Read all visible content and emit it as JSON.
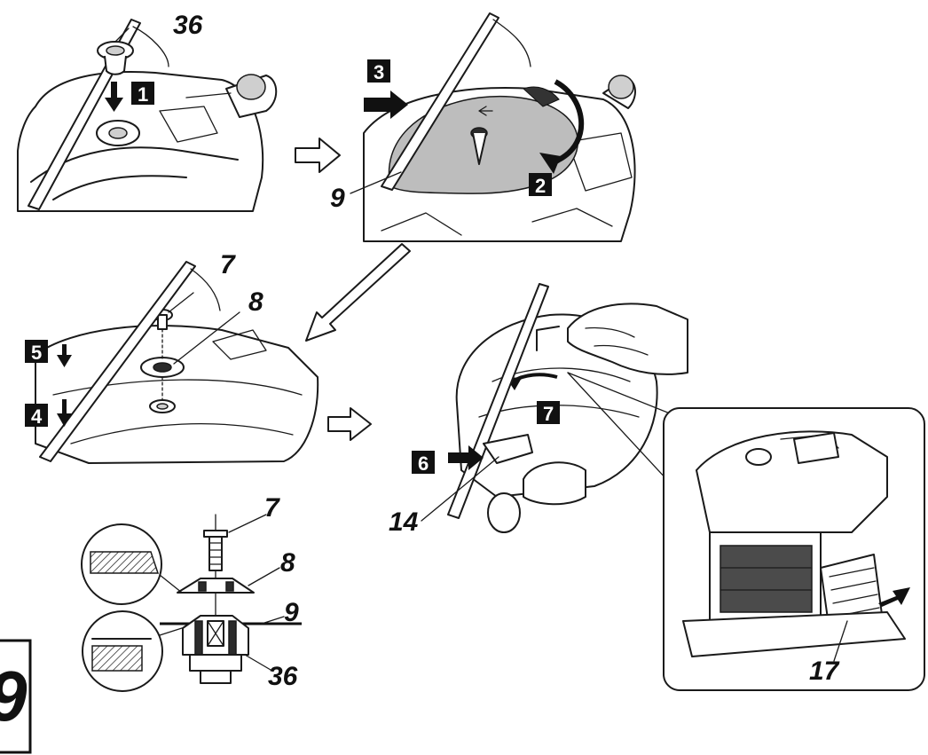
{
  "labels": {
    "part_36_top": "36",
    "part_9_top": "9",
    "part_7_mid": "7",
    "part_8_mid": "8",
    "part_14": "14",
    "part_17": "17",
    "part_7_exploded": "7",
    "part_8_exploded": "8",
    "part_9_exploded": "9",
    "part_36_exploded": "36"
  },
  "steps": {
    "s1": "1",
    "s2": "2",
    "s3": "3",
    "s4": "4",
    "s5": "5",
    "s6": "6",
    "s7": "7"
  },
  "figure_number": "9"
}
